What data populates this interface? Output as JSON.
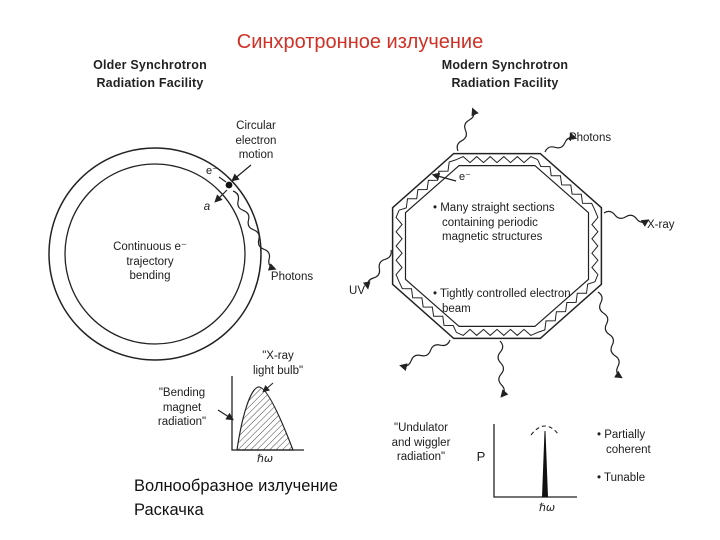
{
  "title": "Синхротронное излучение",
  "colors": {
    "title_red": "#cf3126",
    "ink": "#1d1d1d"
  },
  "left": {
    "heading": "Older Synchrotron\nRadiation Facility",
    "circular_motion_label": "Circular\nelectron\nmotion",
    "electron_label": "e⁻",
    "acceleration_label": "a",
    "trajectory_label": "Continuous e⁻\ntrajectory\nbending",
    "photons_label": "Photons",
    "xray_bulb_label": "\"X-ray\nlight bulb\"",
    "bending_label": "\"Bending\nmagnet\nradiation\"",
    "spectrum_axis_label": "ℏω"
  },
  "right": {
    "heading": "Modern Synchrotron\nRadiation Facility",
    "photons_label": "Photons",
    "electron_label": "e⁻",
    "bullet_straight": "• Many straight sections containing periodic magnetic structures",
    "bullet_controlled": "• Tightly controlled electron beam",
    "xray_label": "X-ray",
    "uv_label": "UV",
    "undulator_label": "\"Undulator\nand wiggler\nradiation\"",
    "power_label": "P",
    "spectrum_axis_label": "ℏω",
    "bullet_coherent": "• Partially coherent",
    "bullet_tunable": "• Tunable"
  },
  "footer": {
    "line1": "Волнообразное излучение",
    "line2": "Раскачка"
  }
}
